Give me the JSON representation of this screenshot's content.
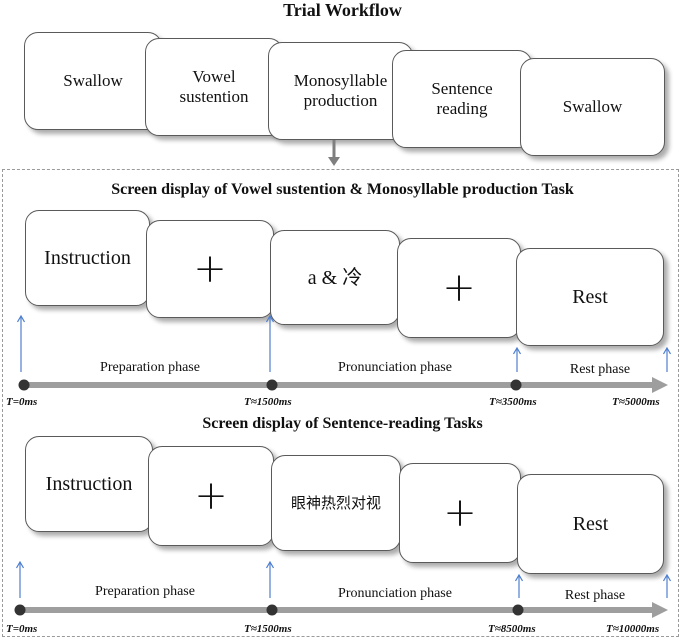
{
  "workflow": {
    "title": "Trial Workflow",
    "steps": [
      "Swallow",
      "Vowel sustention",
      "Monosyllable production",
      "Sentence reading",
      "Swallow"
    ]
  },
  "vowel_task": {
    "title": "Screen display of Vowel sustention & Monosyllable production Task",
    "screens": [
      "Instruction",
      "+",
      "a & 冷",
      "+",
      "Rest"
    ],
    "phases": [
      "Preparation phase",
      "Pronunciation phase",
      "Rest phase"
    ],
    "ticks": [
      "T=0ms",
      "T≈1500ms",
      "T≈3500ms",
      "T≈5000ms"
    ]
  },
  "sentence_task": {
    "title": "Screen display of Sentence-reading Tasks",
    "screens": [
      "Instruction",
      "+",
      "眼神热烈对视",
      "+",
      "Rest"
    ],
    "phases": [
      "Preparation phase",
      "Pronunciation phase",
      "Rest phase"
    ],
    "ticks": [
      "T=0ms",
      "T≈1500ms",
      "T≈8500ms",
      "T≈10000ms"
    ]
  },
  "colors": {
    "arrow": "#4f7fd0",
    "timeline": "#9e9e9e",
    "dot": "#333333",
    "border": "#5a5a5a"
  }
}
